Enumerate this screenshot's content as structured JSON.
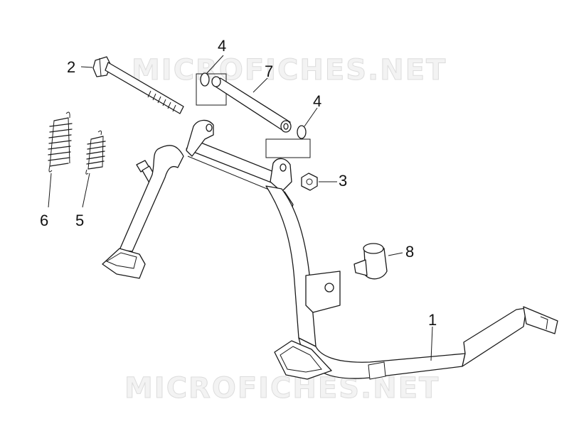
{
  "watermark": {
    "text": "MICROFICHES.NET",
    "color": "#d9d9d9"
  },
  "callouts": [
    {
      "id": "1",
      "label": "1"
    },
    {
      "id": "2",
      "label": "2"
    },
    {
      "id": "3",
      "label": "3"
    },
    {
      "id": "4a",
      "label": "4"
    },
    {
      "id": "4b",
      "label": "4"
    },
    {
      "id": "5",
      "label": "5"
    },
    {
      "id": "6",
      "label": "6"
    },
    {
      "id": "7",
      "label": "7"
    },
    {
      "id": "8",
      "label": "8"
    }
  ],
  "parts": {
    "1": "stand-frame-icon",
    "2": "bolt-icon",
    "3": "nut-icon",
    "4": "o-ring-icon",
    "5": "small-spring-icon",
    "6": "large-spring-icon",
    "7": "spacer-tube-icon",
    "8": "rubber-buffer-icon"
  }
}
